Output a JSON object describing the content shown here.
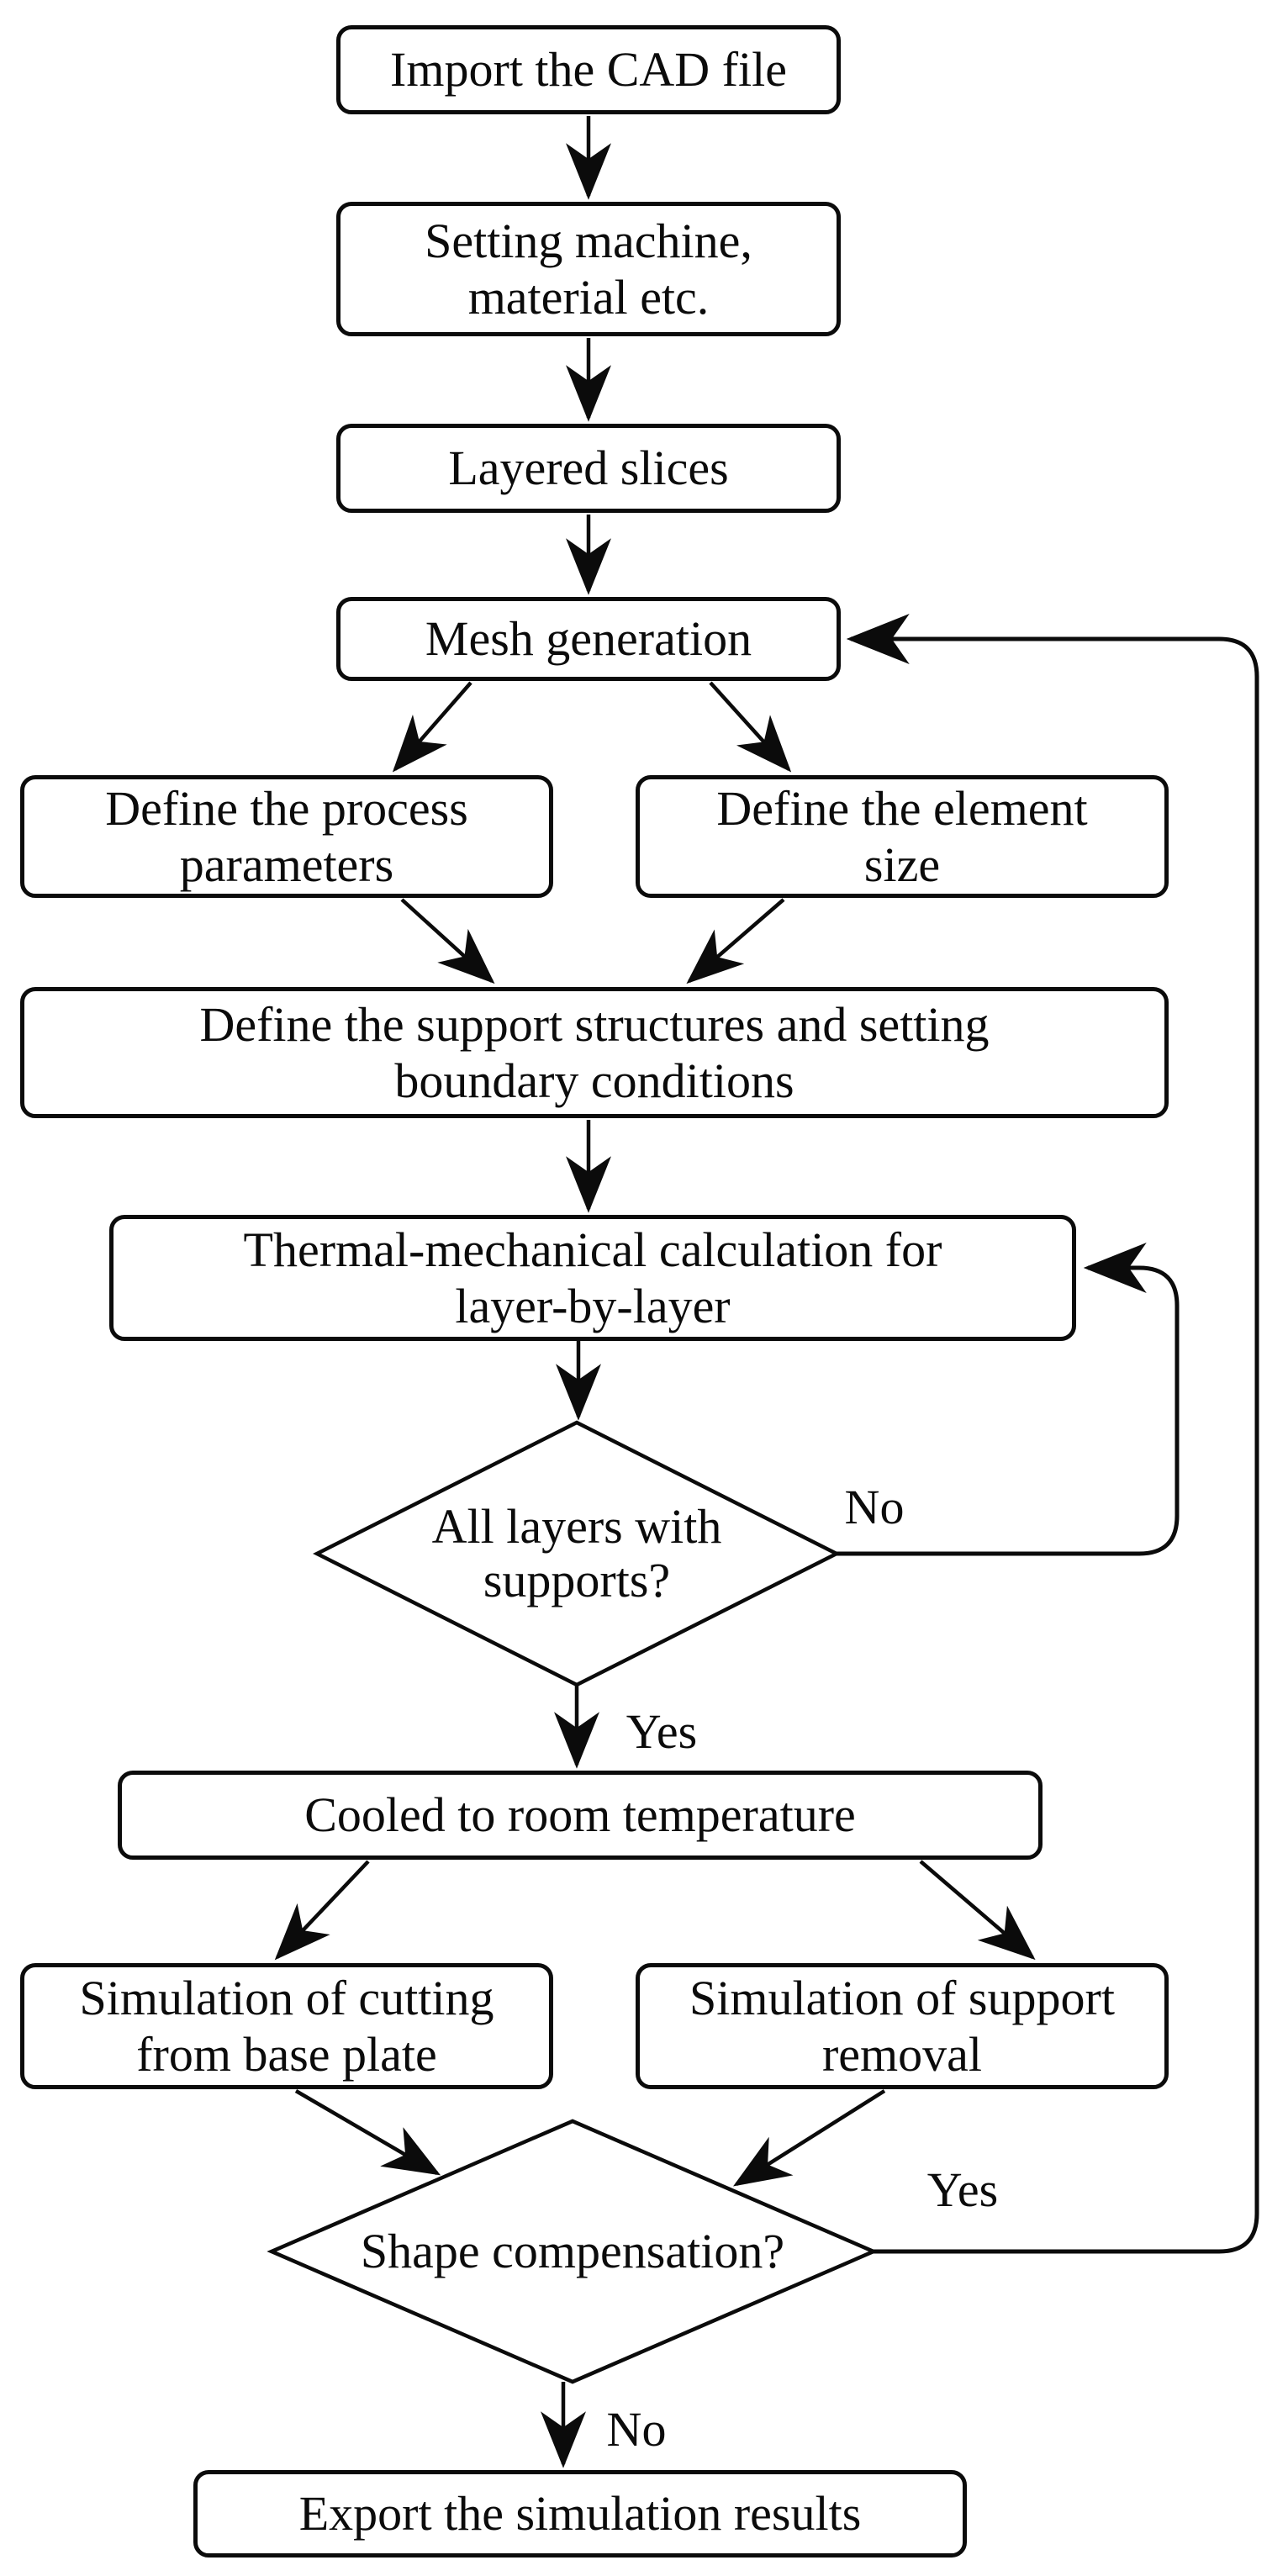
{
  "figure": {
    "kind": "flowchart",
    "ink_color": "#0b0b0b",
    "background_color": "#ffffff"
  },
  "nodes": {
    "import_cad": {
      "shape": "rounded-rect",
      "label": "Import the CAD file"
    },
    "setting": {
      "shape": "rounded-rect",
      "label": "Setting machine,\nmaterial etc."
    },
    "layered": {
      "shape": "rounded-rect",
      "label": "Layered slices"
    },
    "mesh": {
      "shape": "rounded-rect",
      "label": "Mesh generation"
    },
    "def_process": {
      "shape": "rounded-rect",
      "label": "Define the process\nparameters"
    },
    "def_element": {
      "shape": "rounded-rect",
      "label": "Define the element\nsize"
    },
    "support": {
      "shape": "rounded-rect",
      "label": "Define the support structures and setting\nboundary conditions"
    },
    "thermal": {
      "shape": "rounded-rect",
      "label": "Thermal-mechanical calculation for\nlayer-by-layer"
    },
    "all_layers": {
      "shape": "diamond",
      "label": "All layers with\nsupports?"
    },
    "cooled": {
      "shape": "rounded-rect",
      "label": "Cooled to room temperature"
    },
    "sim_cutting": {
      "shape": "rounded-rect",
      "label": "Simulation of cutting\nfrom base plate"
    },
    "sim_removal": {
      "shape": "rounded-rect",
      "label": "Simulation of support\nremoval"
    },
    "shape_comp": {
      "shape": "diamond",
      "label": "Shape compensation?"
    },
    "export": {
      "shape": "rounded-rect",
      "label": "Export the simulation results"
    }
  },
  "edge_labels": {
    "all_layers_no": "No",
    "all_layers_yes": "Yes",
    "shape_comp_yes": "Yes",
    "shape_comp_no": "No"
  }
}
